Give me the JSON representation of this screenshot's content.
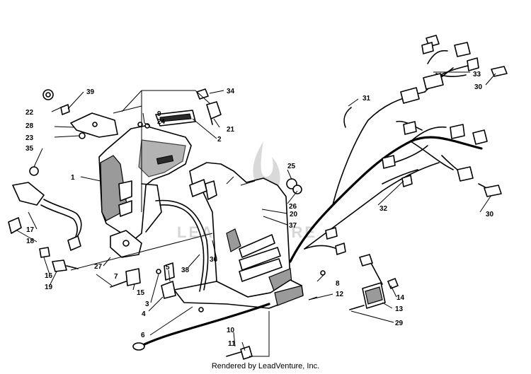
{
  "callouts": [
    "1",
    "2",
    "3",
    "4",
    "5",
    "6",
    "7",
    "8",
    "9",
    "10",
    "11",
    "12",
    "13",
    "14",
    "15",
    "16",
    "17",
    "18",
    "19",
    "20",
    "21",
    "22",
    "23",
    "24",
    "25",
    "26",
    "27",
    "28",
    "29",
    "30",
    "30",
    "31",
    "32",
    "33",
    "34",
    "35",
    "36",
    "37",
    "38",
    "39"
  ],
  "watermark_text": "LEADVENTURE",
  "footer": "Rendered by LeadVenture, Inc."
}
